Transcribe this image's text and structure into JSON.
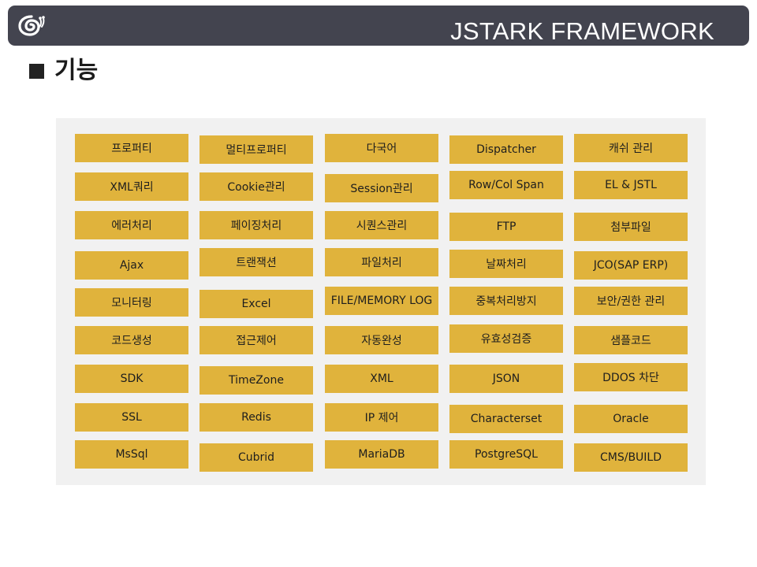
{
  "header": {
    "title": "JSTARK FRAMEWORK",
    "logo_icon": "snail-logo-icon"
  },
  "section": {
    "title": "기능"
  },
  "colors": {
    "header_bg": "#43444f",
    "cell_bg": "#e0b33c",
    "panel_bg": "#f1f1f1"
  },
  "features": [
    [
      "프로퍼티",
      "멀티프로퍼티",
      "다국어",
      "Dispatcher",
      "캐쉬 관리"
    ],
    [
      "XML쿼리",
      "Cookie관리",
      "Session관리",
      "Row/Col Span",
      "EL & JSTL"
    ],
    [
      "에러처리",
      "페이징처리",
      "시퀀스관리",
      "FTP",
      "첨부파일"
    ],
    [
      "Ajax",
      "트랜잭션",
      "파일처리",
      "날짜처리",
      "JCO(SAP ERP)"
    ],
    [
      "모니터링",
      "Excel",
      "FILE/MEMORY LOG",
      "중복처리방지",
      "보안/권한 관리"
    ],
    [
      "코드생성",
      "접근제어",
      "자동완성",
      "유효성검증",
      "샘플코드"
    ],
    [
      "SDK",
      "TimeZone",
      "XML",
      "JSON",
      "DDOS 차단"
    ],
    [
      "SSL",
      "Redis",
      "IP 제어",
      "Characterset",
      "Oracle"
    ],
    [
      "MsSql",
      "Cubrid",
      "MariaDB",
      "PostgreSQL",
      "CMS/BUILD"
    ]
  ]
}
